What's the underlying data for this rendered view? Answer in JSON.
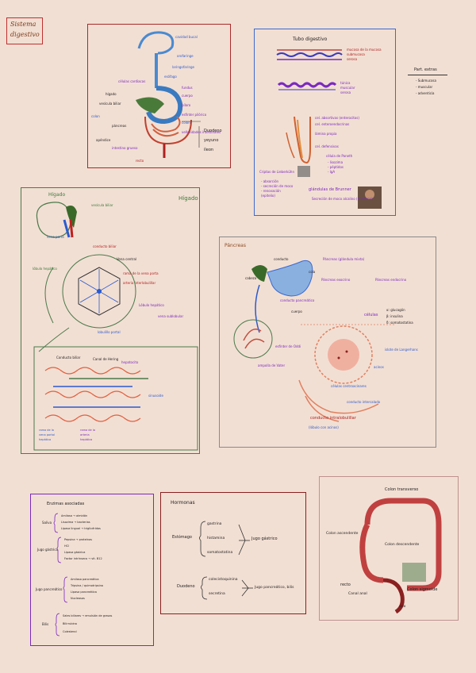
{
  "title": {
    "line1": "Sistema",
    "line2": "digestivo"
  },
  "anatomy": {
    "labels": {
      "boca": "cavidad bucal",
      "orofaringe": "orofaringe",
      "laringofaringe": "laringofaringe",
      "esofago": "esófago",
      "celulas": "células cardiacas",
      "fundus": "fundus",
      "cuerpo": "cuerpo",
      "higado": "hígado",
      "vesicula": "vesícula biliar",
      "piloro": "píloro",
      "colon_l": "colon",
      "esfinter": "esfínter pilórico",
      "colon_r": "colon",
      "pancreas": "páncreas",
      "vellosidades": "vellosidades intestinales",
      "duodeno": "Duodeno",
      "yeyuno": "yeyuno",
      "ileon": "íleon",
      "intestino": "intestino grueso",
      "recto": "recto",
      "apendice": "apéndice"
    }
  },
  "tubo": {
    "title": "Tubo digestivo",
    "layers": [
      "mucosa de la mucosa",
      "submucosa",
      "serosa"
    ],
    "layers2": [
      "túnica",
      "muscular",
      "serosa"
    ],
    "side_title": "Part. extras",
    "side_items": [
      "- Submucosa",
      "- muscular",
      "- adventicia"
    ],
    "cel_absortivas": "cel. absortivas (enterocitos)",
    "cel_enteroendocrinas": "cel. enteroendocrinas",
    "lamina": "lámina propia",
    "cel_defensivas": "cel. defensivas",
    "cel_paneth": "célula de Paneth",
    "cel_paneth_items": [
      "- lisozima",
      "- péptidos",
      "- IgA"
    ],
    "criptas": "Criptas de Lieberkühn",
    "criptas_items": [
      "- absorción",
      "- secreción de moco",
      "- renovación",
      "(epitelio)"
    ],
    "brunner": "glándulas de Brunner",
    "brunner_desc": "Secreción de moco alcalino (duodeno)"
  },
  "higado": {
    "title_left": "Hígado",
    "title_right": "Hígado",
    "vesicula": "vesícula biliar",
    "vena_porta": "vena porta",
    "lobulo": "lóbulo hepático",
    "canaliculo": "conducto biliar",
    "arteria": "arteria interlobulillar",
    "rama_porta": "rama de la vena porta",
    "vena_central": "Vena central",
    "lobulo_hep": "Lóbulo hepático",
    "vena_sub": "vena sublobular",
    "lobulillo": "lobulillo portal",
    "biliar": "Conducto biliar",
    "canal": "Canal de Hering",
    "hepatocito": "hepatocito",
    "sinusoide": "sinusoide",
    "rama_b": [
      "rama de la",
      "vena portal",
      "hepática"
    ],
    "rama_c": [
      "rama de la",
      "arteria",
      "hepática"
    ]
  },
  "pancreas": {
    "title": "Páncreas",
    "conducto": "conducto",
    "endocrino": "Páncreas (glándula mixta)",
    "exocrino": "Páncreas exocrino",
    "endocr2": "Páncreas endocrino",
    "conducto_p": "conducto pancreático",
    "cola": "cola",
    "cuerpo": "cuerpo",
    "cabeza": "cabeza",
    "ampolla": "ampolla de Vater",
    "esfinter": "esfínter de Oddi",
    "celulas": "células",
    "alfa": [
      "α: glucagón",
      "β: insulina",
      "δ: somatostatina"
    ],
    "islote": "islote de Langerhans",
    "acino": "acinos",
    "centroacinar": "células centroacinares",
    "conducto_i": "conducto intercalado",
    "ducto": "conducto intralobulillar",
    "lobulo": "(lóbulo con acinos)"
  },
  "enzimas": {
    "title": "Enzimas asociadas",
    "groups": [
      {
        "name": "Saliva",
        "items": [
          "Amilasa → almidón",
          "Lisozima → bacterias",
          "Lipasa lingual → triglicéridos"
        ]
      },
      {
        "name": "Jugo gástrico",
        "items": [
          "Pepsina → proteínas",
          "HCl",
          "Lipasa gástrica",
          "Factor intrínseco → vit. B12"
        ]
      },
      {
        "name": "Jugo pancreático",
        "items": [
          "Amilasa pancreática",
          "Tripsina / quimotripsina",
          "Lipasa pancreática",
          "Nucleasas"
        ]
      },
      {
        "name": "Bilis",
        "items": [
          "Sales biliares → emulsión de grasas",
          "Bilirrubina",
          "Colesterol"
        ]
      }
    ]
  },
  "hormonas": {
    "title": "Hormonas",
    "estomago": "Estómago",
    "estomago_items": [
      "gastrina",
      "histamina",
      "somatostatina"
    ],
    "estomago_result": "Jugo gástrico",
    "duodeno": "Duodeno",
    "duodeno_items": [
      "colecistoquinina",
      "secretina"
    ],
    "duodeno_result": "Jugo pancreático, bilis"
  },
  "colon": {
    "transverso": "Colon transverso",
    "ascendente": "Colon ascendente",
    "descendente": "Colon descendente",
    "sigmoide": "Colon sigmoide",
    "recto": "recto",
    "canal": "Canal anal",
    "ano": "ano"
  }
}
